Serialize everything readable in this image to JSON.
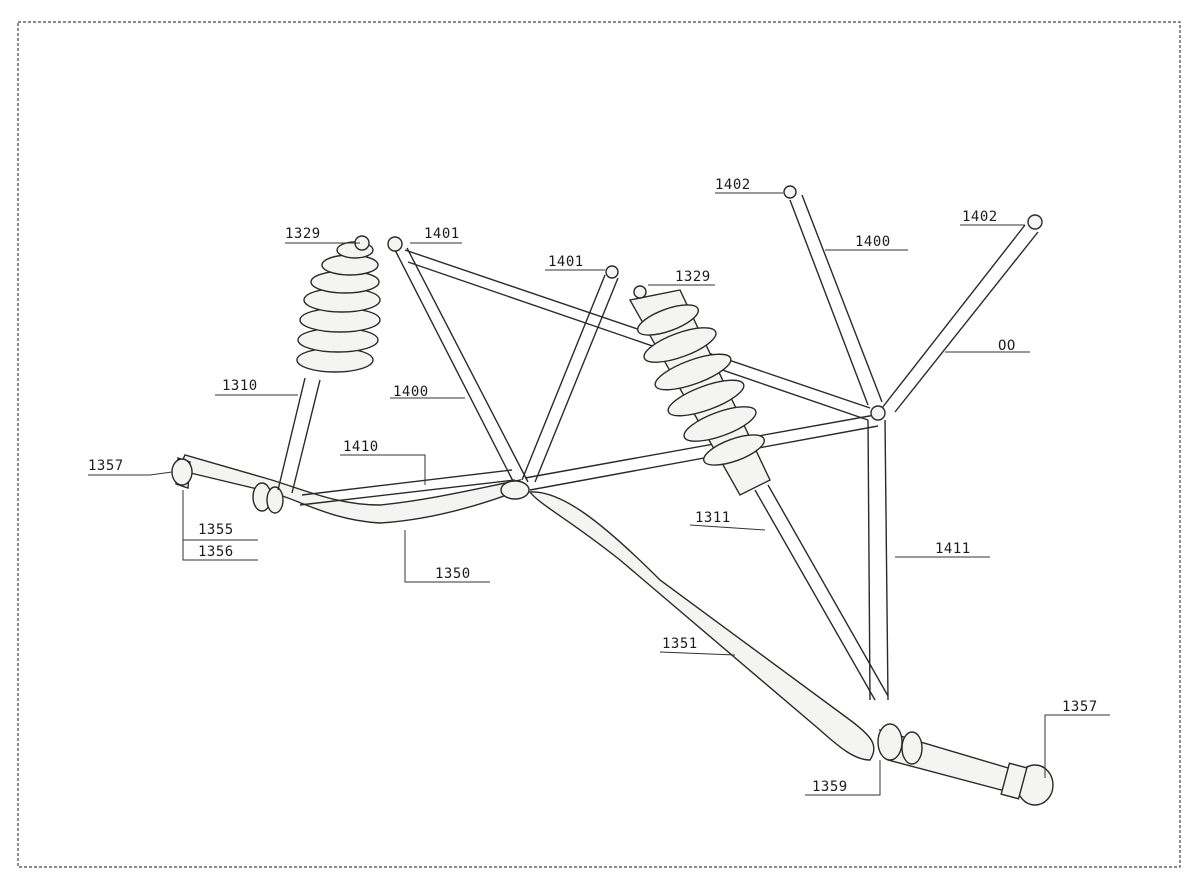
{
  "labels": {
    "l1357_left": "1357",
    "l1355": "1355",
    "l1356": "1356",
    "l1350": "1350",
    "l1310": "1310",
    "l1329_left": "1329",
    "l1401_left": "1401",
    "l1400_mid": "1400",
    "l1410": "1410",
    "l1401_mid": "1401",
    "l1329_mid": "1329",
    "l1402_left": "1402",
    "l1400_right": "1400",
    "l1402_right": "1402",
    "l_oo": "OO",
    "l1311": "1311",
    "l1411": "1411",
    "l1351": "1351",
    "l1357_right": "1357",
    "l1359": "1359"
  }
}
